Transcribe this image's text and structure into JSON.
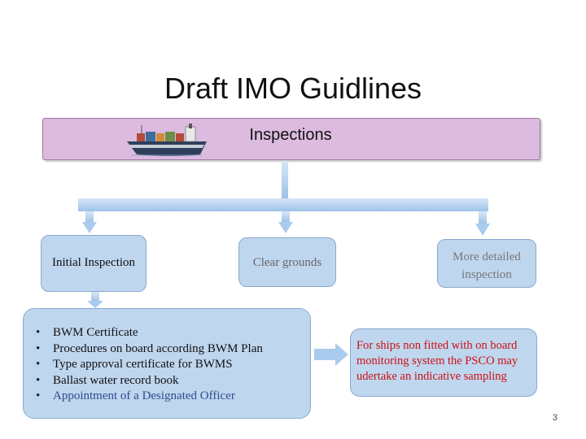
{
  "slide": {
    "title": "Draft IMO Guidlines",
    "page_number": "3"
  },
  "diagram": {
    "root": {
      "label": "Inspections",
      "icon": "cargo-ship-icon"
    },
    "branches": [
      {
        "label": "Initial Inspection"
      },
      {
        "label": "Clear grounds"
      },
      {
        "label": "More detailed inspection"
      }
    ],
    "initial_inspection_items": [
      "BWM Certificate",
      "Procedures on board according  BWM Plan",
      "Type approval certificate for BWMS",
      "Ballast water record book",
      "Appointment of a Designated Officer"
    ],
    "note": "For ships non fitted with on board monitoring system the PSCO may udertake an indicative sampling"
  },
  "colors": {
    "banner_fill": "#dcbbdf",
    "box_fill": "#bfd6ef",
    "connector": "#a9cbee",
    "note_text": "#cc1111"
  }
}
